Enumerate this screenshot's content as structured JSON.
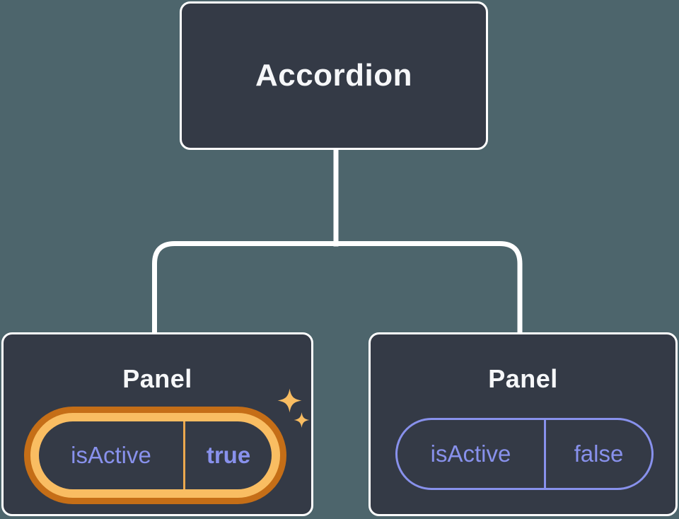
{
  "canvas": {
    "background_color": "#4d656c"
  },
  "colors": {
    "node_fill": "#343a46",
    "node_border": "#ffffff",
    "connector": "#ffffff",
    "label_text": "#f6f7f9",
    "state_text": "#8891ec",
    "highlight_ring_dark": "#c56e17",
    "highlight_ring_light": "#f9bd62"
  },
  "root_node": {
    "label": "Accordion"
  },
  "panels": [
    {
      "label": "Panel",
      "prop_name": "isActive",
      "prop_value": "true",
      "highlighted": true
    },
    {
      "label": "Panel",
      "prop_name": "isActive",
      "prop_value": "false",
      "highlighted": false
    }
  ]
}
